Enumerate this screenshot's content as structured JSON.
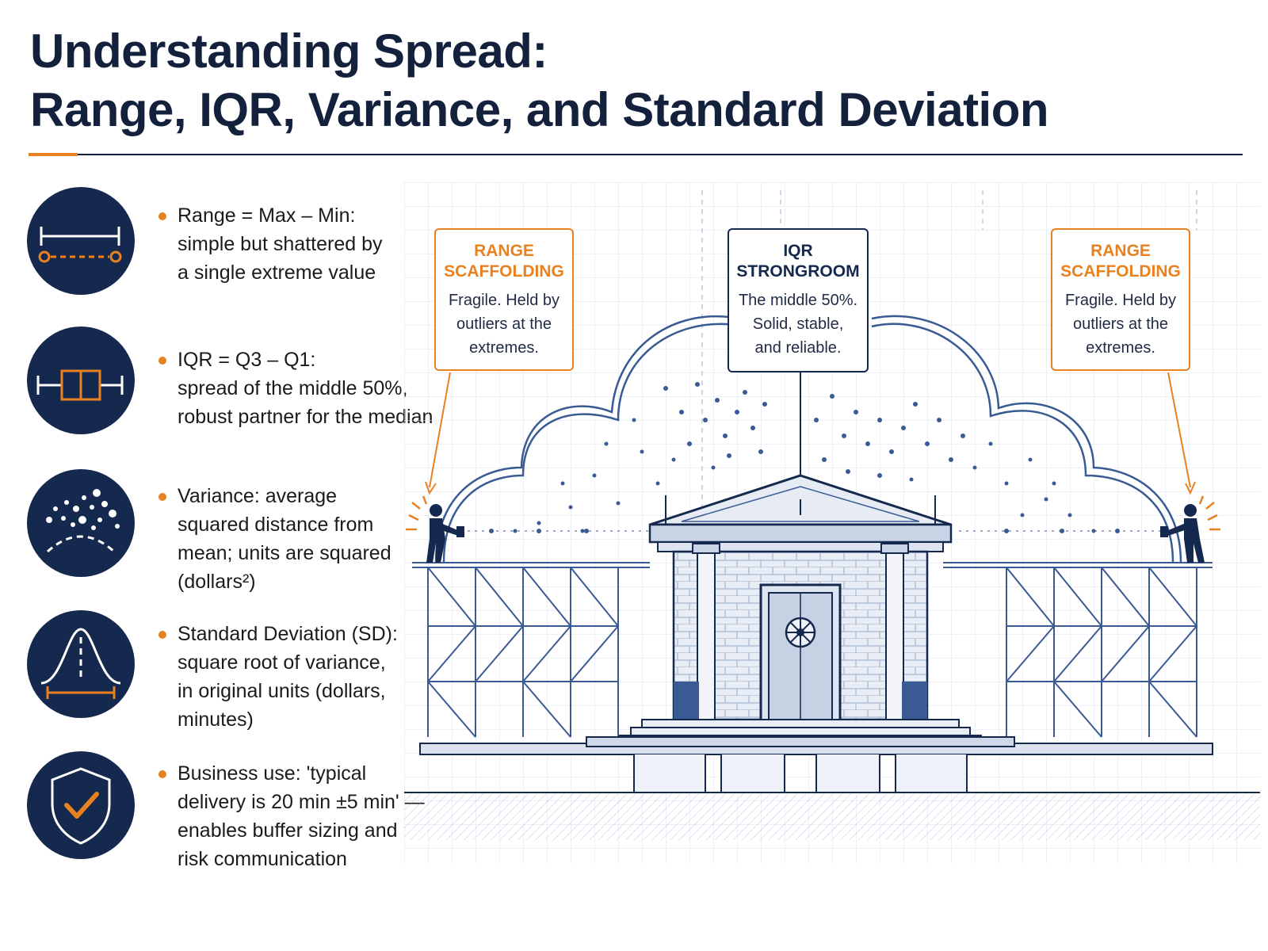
{
  "title": {
    "line1": "Understanding Spread:",
    "line2": "Range, IQR, Variance, and Standard Deviation"
  },
  "colors": {
    "navy": "#14294d",
    "orange": "#e8811f",
    "blueprint": "#3a5a94"
  },
  "bullets": [
    {
      "icon": "range-bar-icon",
      "lines": [
        "Range = Max – Min:",
        "simple but shattered by",
        "a single extreme value"
      ]
    },
    {
      "icon": "boxplot-icon",
      "lines": [
        "IQR = Q3 – Q1:",
        "spread of the middle 50%,",
        "robust partner for the median"
      ]
    },
    {
      "icon": "scatter-dots-icon",
      "lines": [
        "Variance: average",
        "squared distance from",
        "mean; units are squared",
        "(dollars²)"
      ]
    },
    {
      "icon": "bell-curve-icon",
      "lines": [
        "Standard Deviation (SD):",
        "square root of variance,",
        "in original units (dollars,",
        "minutes)"
      ]
    },
    {
      "icon": "shield-check-icon",
      "lines": [
        "Business use: 'typical",
        "delivery is 20 min ±5 min' —",
        "enables buffer sizing and",
        "risk communication"
      ]
    }
  ],
  "callouts": {
    "left": {
      "title": [
        "RANGE",
        "SCAFFOLDING"
      ],
      "body": [
        "Fragile. Held by",
        "outliers at the",
        "extremes."
      ]
    },
    "center": {
      "title": [
        "IQR",
        "STRONGROOM"
      ],
      "body": [
        "The middle 50%.",
        "Solid, stable,",
        "and reliable."
      ]
    },
    "right": {
      "title": [
        "RANGE",
        "SCAFFOLDING"
      ],
      "body": [
        "Fragile. Held by",
        "outliers at the",
        "extremes."
      ]
    }
  }
}
